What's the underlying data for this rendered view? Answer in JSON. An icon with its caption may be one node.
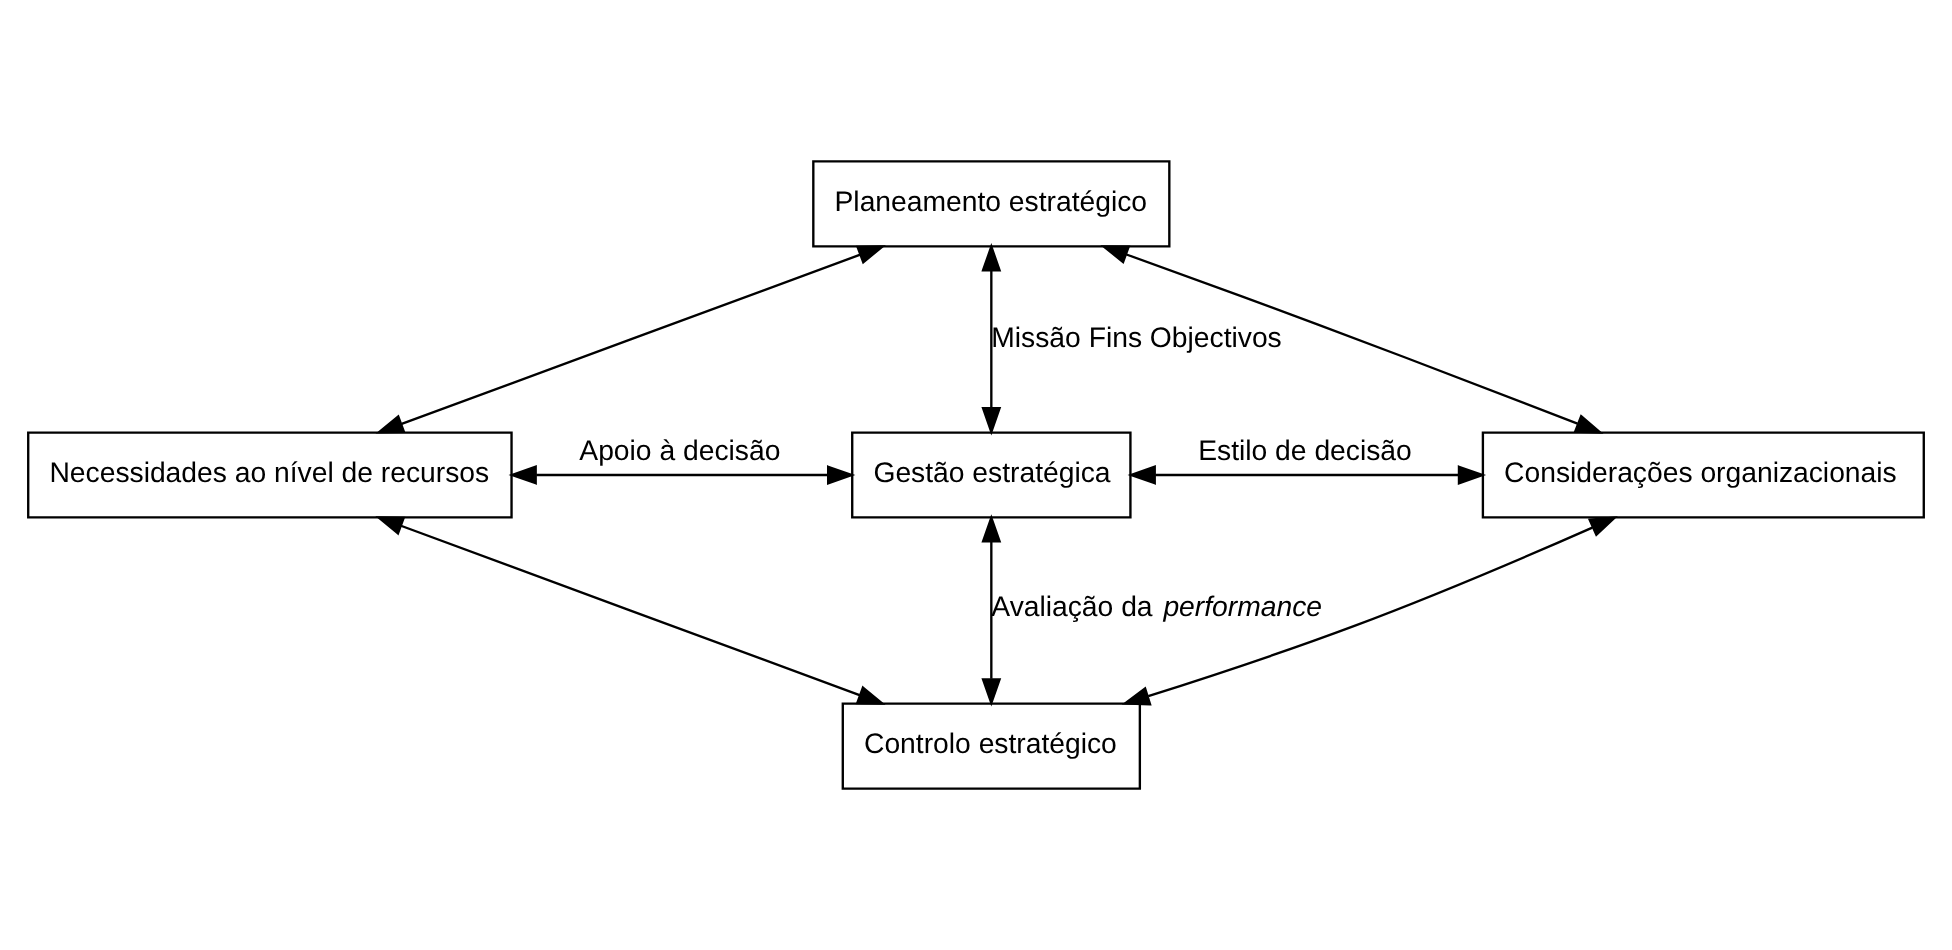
{
  "diagram": {
    "nodes": [
      {
        "text": [
          "Planeamento estratégico"
        ]
      },
      {
        "text": [
          "Necessidades ao nível de recursos"
        ]
      },
      {
        "text": [
          "Gestão estratégica"
        ]
      },
      {
        "text": [
          "Considerações organizacionais"
        ]
      },
      {
        "text": [
          "Controlo estratégico"
        ]
      }
    ],
    "edges": [
      {
        "from": 0,
        "to": 1,
        "arrow": "both"
      },
      {
        "from": 0,
        "to": 3,
        "arrow": "both"
      },
      {
        "from": 0,
        "to": 2,
        "arrow": "both",
        "label": "Missão Fins Objectivos"
      },
      {
        "from": 1,
        "to": 2,
        "arrow": "both",
        "label": "Apoio à decisão"
      },
      {
        "from": 2,
        "to": 3,
        "arrow": "both",
        "label": "Estilo de decisão"
      },
      {
        "from": 2,
        "to": 4,
        "arrow": "both",
        "label": "Avaliação da *performance*"
      },
      {
        "from": 1,
        "to": 4,
        "arrow": "both"
      },
      {
        "from": 3,
        "to": 4,
        "arrow": "both"
      }
    ]
  }
}
